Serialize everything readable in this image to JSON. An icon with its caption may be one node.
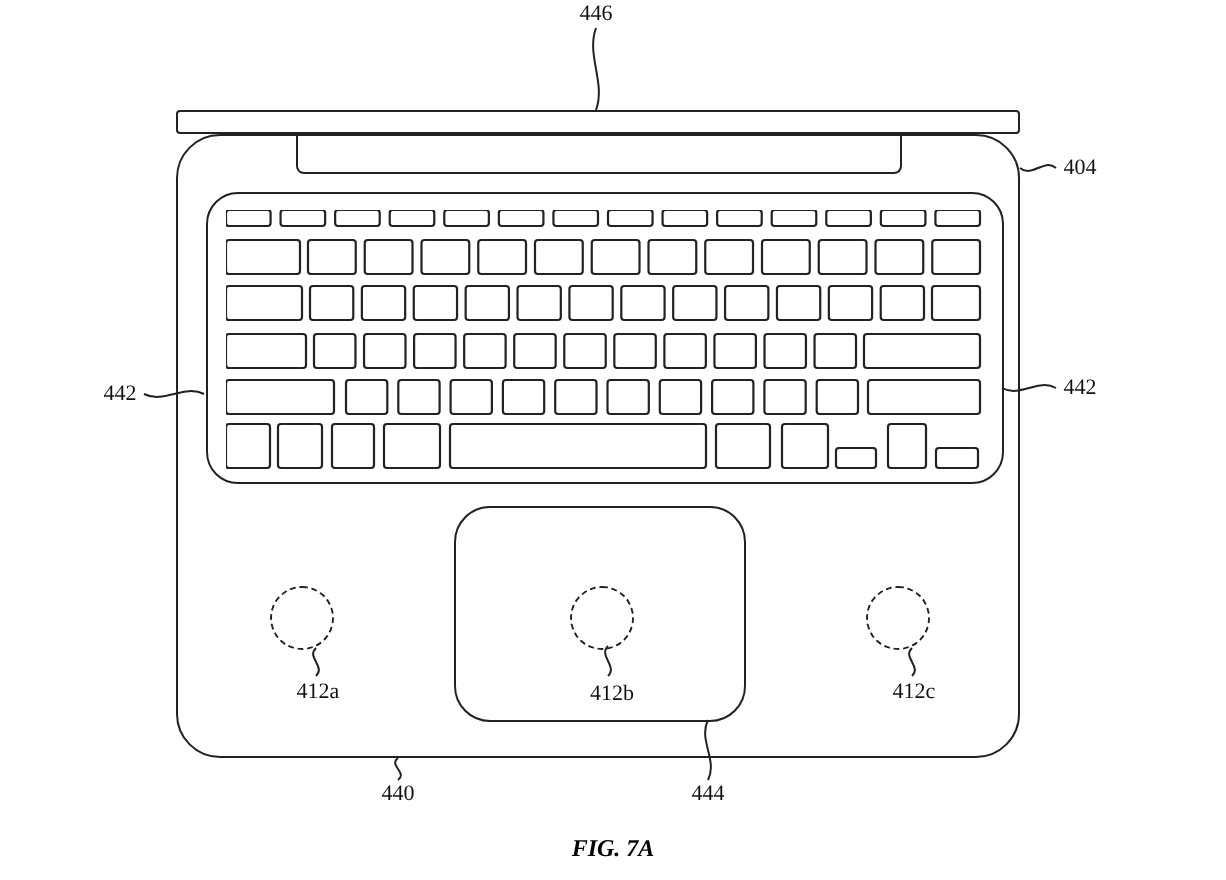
{
  "diagram": {
    "caption": "FIG. 7A",
    "nodes": [
      {
        "text": [
          "446"
        ]
      },
      {
        "text": [],
        "shape": "bar"
      },
      {
        "text": [
          "404"
        ]
      },
      {
        "text": [],
        "shape": "box"
      },
      {
        "text": [],
        "shape": "box",
        "in": 3
      },
      {
        "text": [
          "442"
        ]
      },
      {
        "text": [],
        "shape": "box",
        "in": 3
      },
      {
        "text": [
          "442"
        ]
      },
      {
        "text": [],
        "shape": "box",
        "in": 3
      },
      {
        "text": [],
        "shape": "circle",
        "in": 3
      },
      {
        "text": [],
        "shape": "circle",
        "in": 8
      },
      {
        "text": [],
        "shape": "circle",
        "in": 3
      },
      {
        "text": [
          "412a"
        ],
        "in": 3
      },
      {
        "text": [
          "412b"
        ],
        "in": 8
      },
      {
        "text": [
          "412c"
        ],
        "in": 3
      },
      {
        "text": [
          "440"
        ]
      },
      {
        "text": [
          "444"
        ]
      }
    ],
    "edges": [
      {
        "from": 0,
        "to": 1,
        "arrow": "none"
      },
      {
        "from": 2,
        "to": 3,
        "arrow": "none"
      },
      {
        "from": 5,
        "to": 6,
        "arrow": "none"
      },
      {
        "from": 7,
        "to": 6,
        "arrow": "none"
      },
      {
        "from": 12,
        "to": 9,
        "arrow": "none"
      },
      {
        "from": 13,
        "to": 10,
        "arrow": "none"
      },
      {
        "from": 14,
        "to": 11,
        "arrow": "none"
      },
      {
        "from": 15,
        "to": 3,
        "arrow": "none"
      },
      {
        "from": 16,
        "to": 8,
        "arrow": "none"
      }
    ]
  }
}
